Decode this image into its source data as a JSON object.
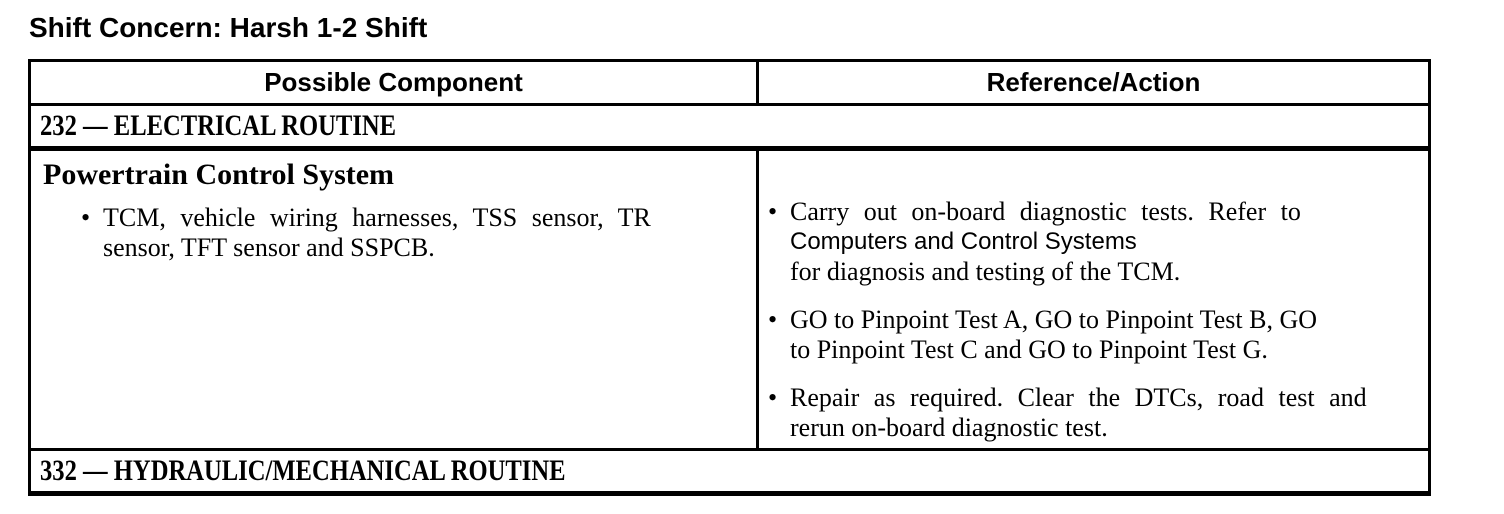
{
  "title": "Shift Concern: Harsh 1-2 Shift",
  "bullet_glyph": "•",
  "colors": {
    "text": "#000000",
    "background": "#ffffff",
    "border": "#000000"
  },
  "table": {
    "column_headers": [
      "Possible Component",
      "Reference/Action"
    ],
    "section_rows": {
      "electrical": "232 — ELECTRICAL ROUTINE",
      "hydraulic": "332 — HYDRAULIC/MECHANICAL ROUTINE"
    },
    "possible_component_cell": {
      "heading": "Powertrain Control System",
      "bullets": [
        {
          "lines": [
            "TCM, vehicle wiring harnesses, TSS sensor, TR",
            "sensor, TFT sensor and SSPCB."
          ]
        }
      ]
    },
    "reference_action_cell": {
      "bullets": [
        {
          "lines": [
            "Carry out on-board diagnostic tests. Refer to",
            "Computers and Control Systems",
            "for diagnosis and testing of the TCM."
          ]
        },
        {
          "lines": [
            "GO to Pinpoint Test A, GO to Pinpoint Test B, GO",
            "to Pinpoint Test C and GO to Pinpoint Test G."
          ]
        },
        {
          "lines": [
            "Repair as required. Clear the DTCs, road test and",
            "rerun on-board diagnostic test."
          ]
        }
      ]
    }
  }
}
